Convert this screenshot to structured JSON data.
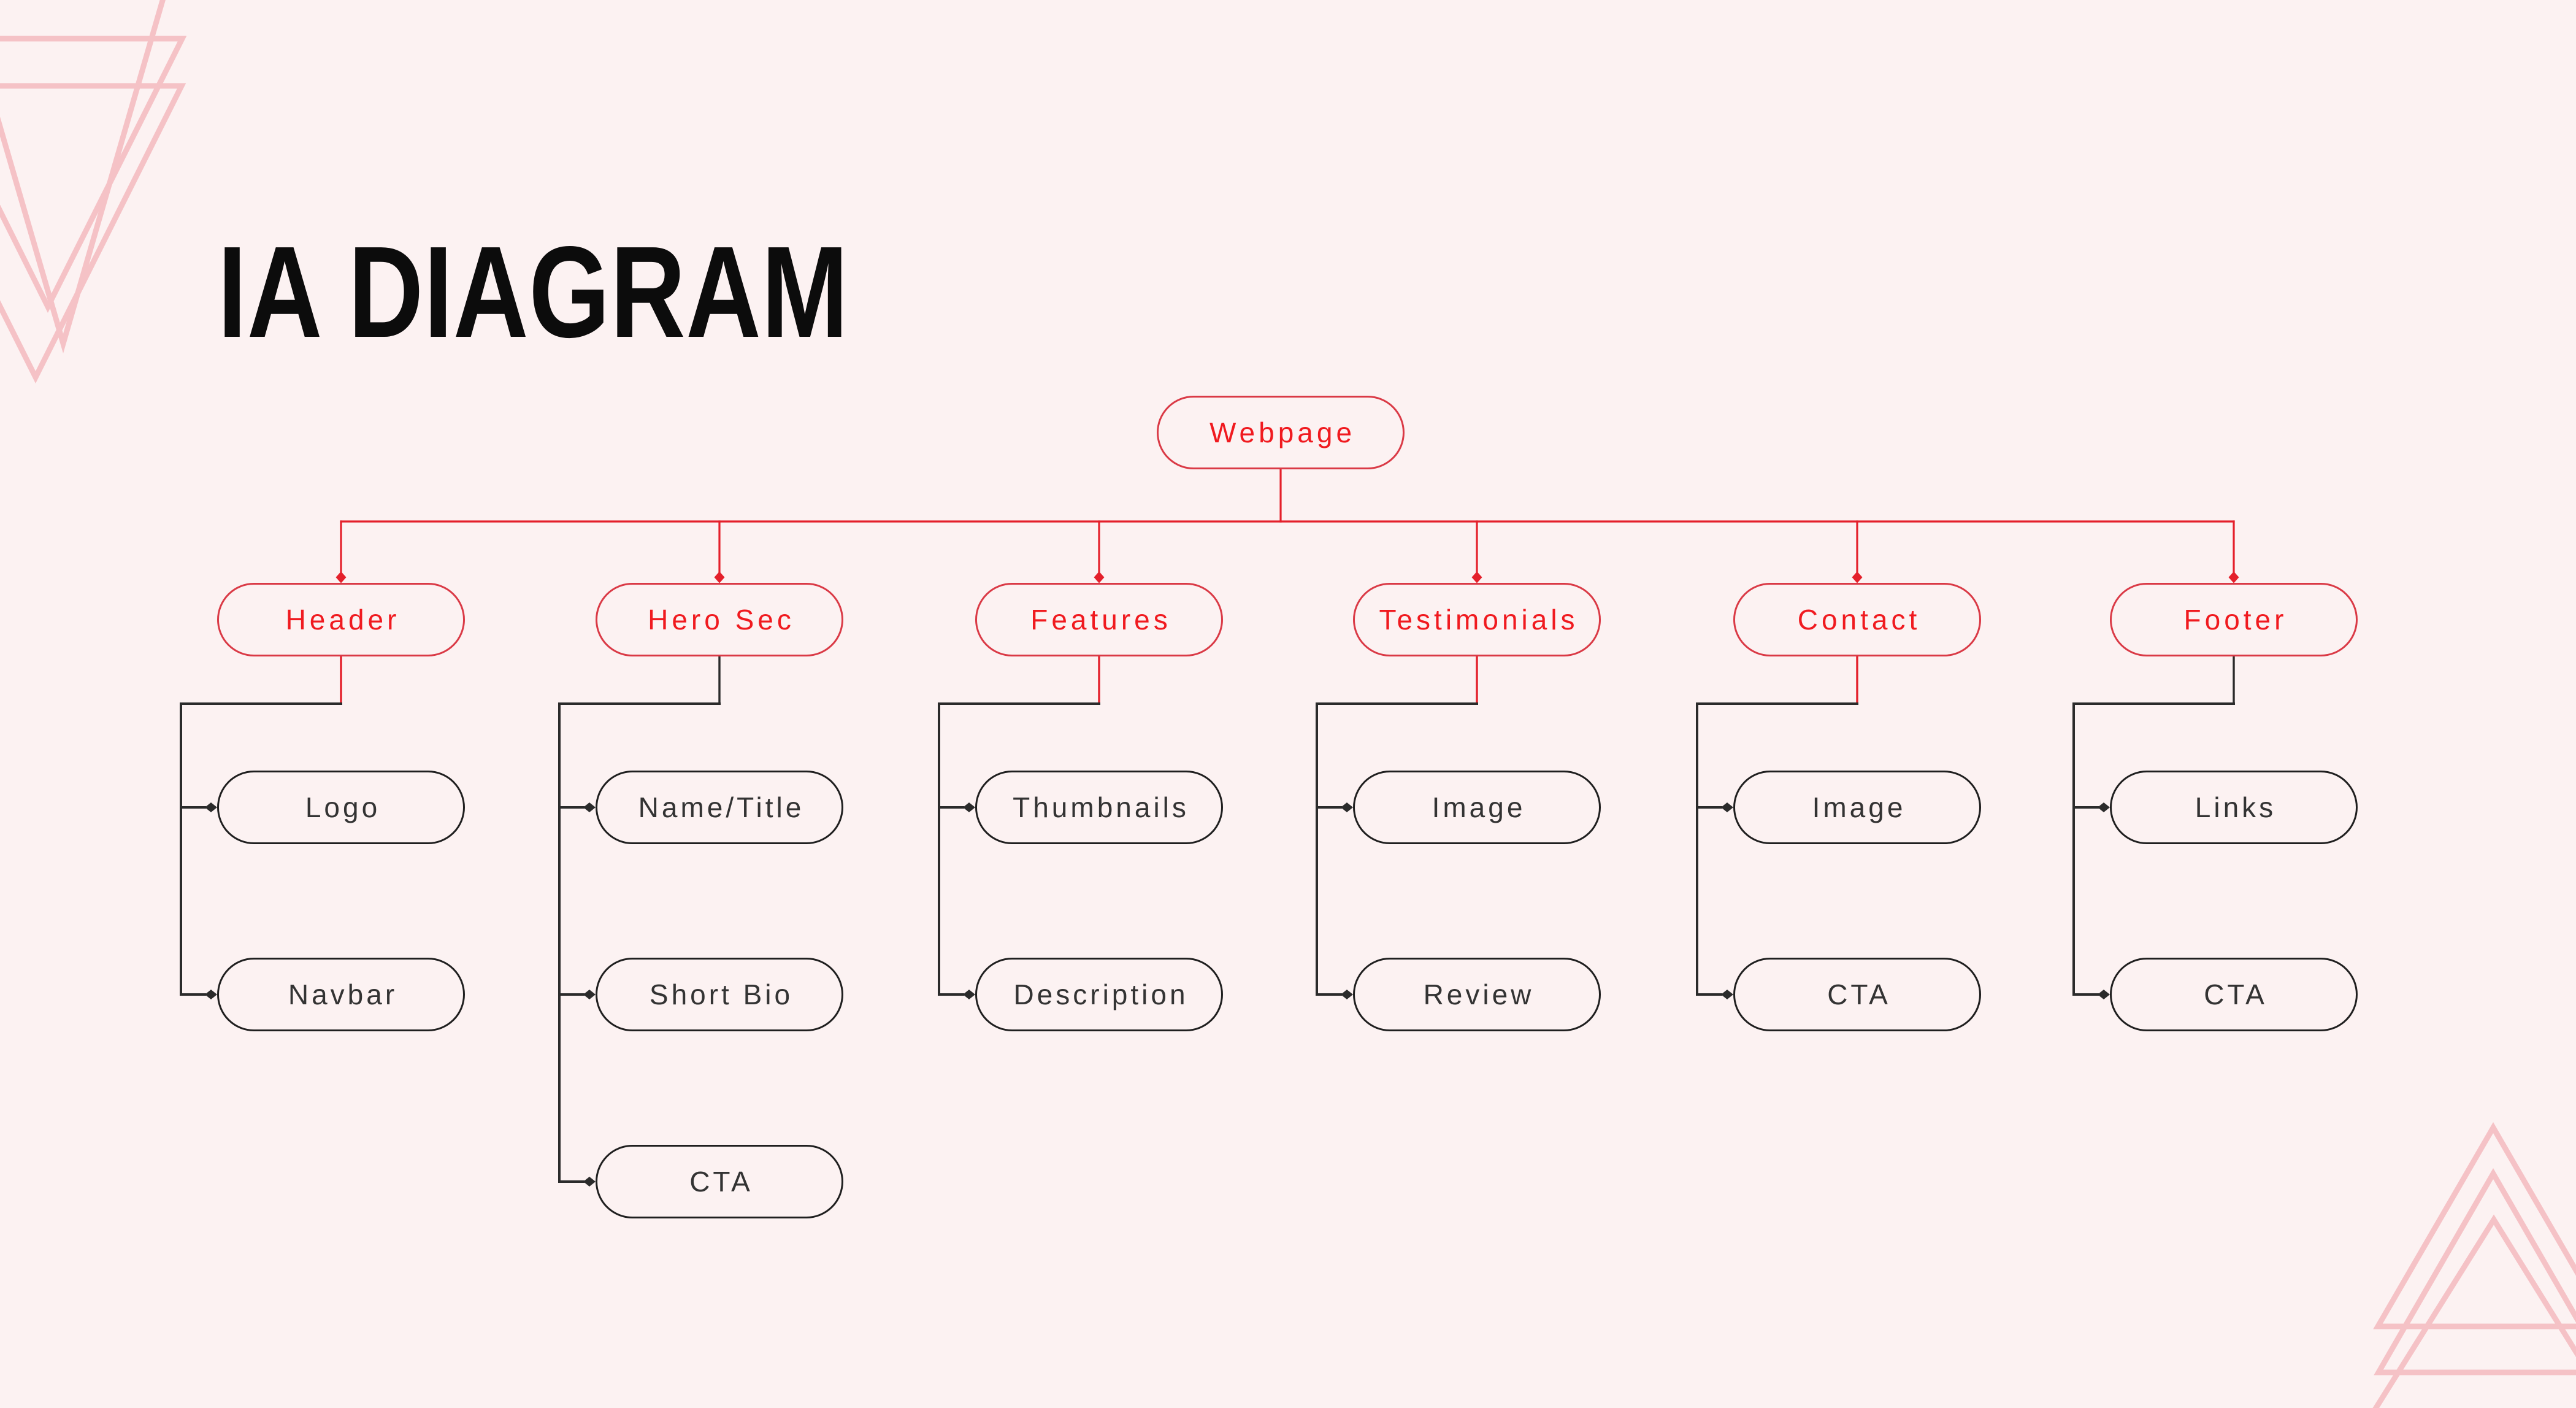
{
  "title": "IA DIAGRAM",
  "diagram": {
    "root": {
      "label": "Webpage"
    },
    "sections": [
      {
        "label": "Header",
        "drop_color": "red",
        "children": [
          "Logo",
          "Navbar"
        ]
      },
      {
        "label": "Hero Sec",
        "drop_color": "black",
        "children": [
          "Name/Title",
          "Short Bio",
          "CTA"
        ]
      },
      {
        "label": "Features",
        "drop_color": "red",
        "children": [
          "Thumbnails",
          "Description"
        ]
      },
      {
        "label": "Testimonials",
        "drop_color": "red",
        "children": [
          "Image",
          "Review"
        ]
      },
      {
        "label": "Contact",
        "drop_color": "red",
        "children": [
          "Image",
          "CTA"
        ]
      },
      {
        "label": "Footer",
        "drop_color": "black",
        "children": [
          "Links",
          "CTA"
        ]
      }
    ]
  },
  "colors": {
    "background": "#fcf2f2",
    "title": "#0c0c0c",
    "red_line": "#e4202b",
    "red_border": "#da3a46",
    "red_text": "#f01a1f",
    "black_line": "#2b2b2b",
    "black_border": "#1f1f1f",
    "black_text": "#333333",
    "decoration_pink": "#f5c2c6"
  }
}
